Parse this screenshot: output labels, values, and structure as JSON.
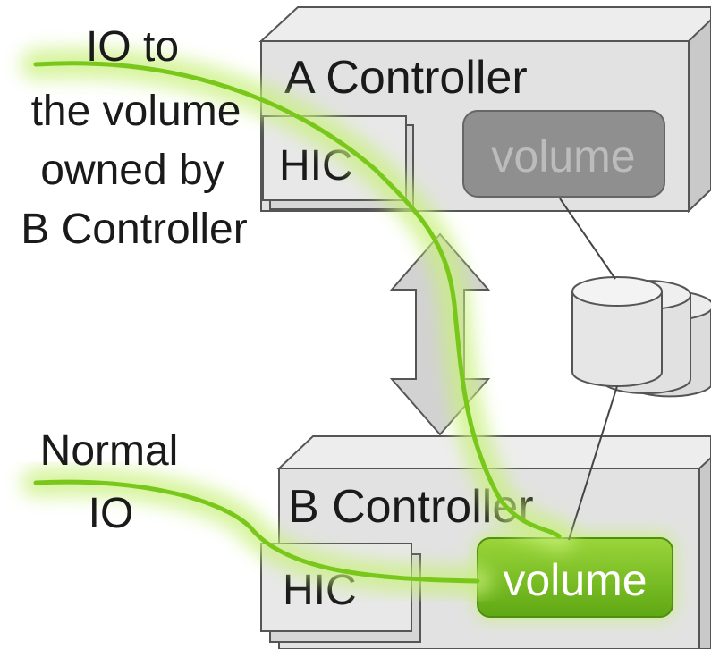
{
  "caption_io_remote": [
    "IO to",
    "the volume",
    "owned by",
    "B Controller"
  ],
  "caption_io_normal": [
    "Normal",
    "IO"
  ],
  "controller_a": {
    "title": "A Controller",
    "hic": "HIC",
    "volume": "volume"
  },
  "controller_b": {
    "title": "B Controller",
    "hic": "HIC",
    "volume": "volume"
  },
  "colors": {
    "box_face": "#e2e2e2",
    "box_side": "#c9c9c9",
    "box_top": "#ededed",
    "stroke": "#555555",
    "volume_a": "#8f8f8f",
    "volume_a_text": "#bcbcbc",
    "volume_b": "#6fb81e",
    "volume_b_text": "#ffffff",
    "io_path": "#7ac71c",
    "io_glow": "#c8f07a"
  }
}
